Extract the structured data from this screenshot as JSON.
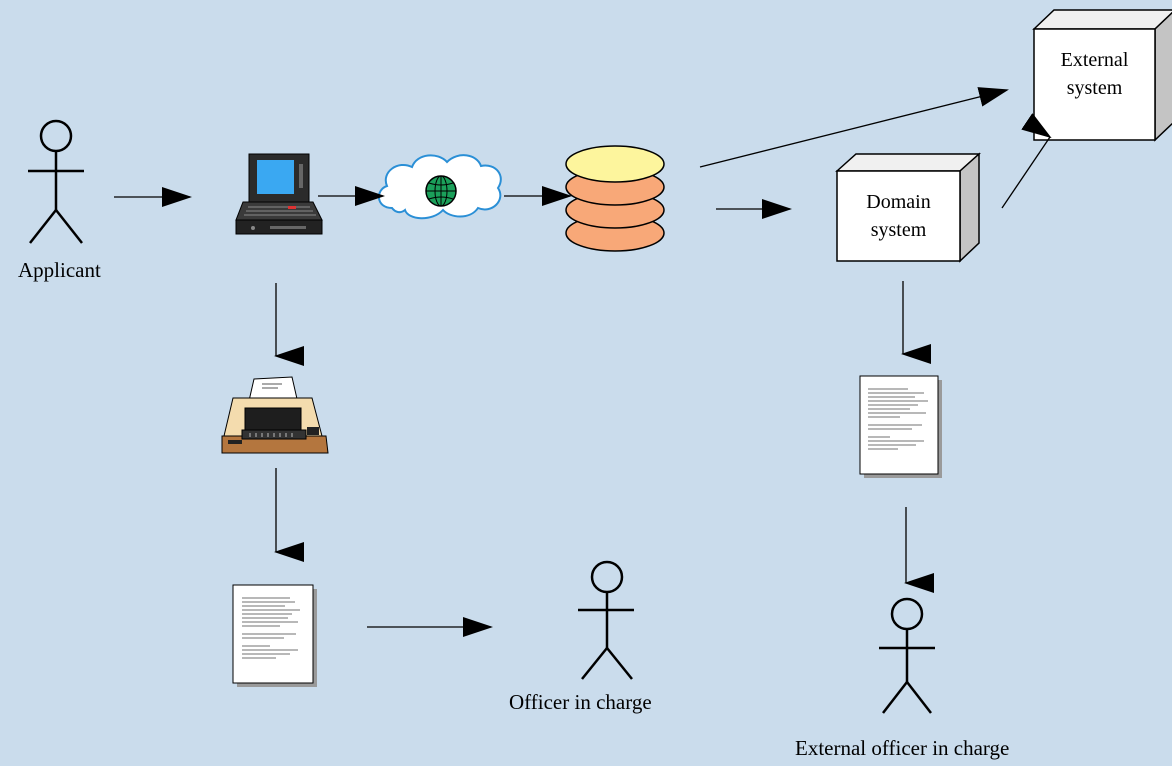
{
  "diagram": {
    "background": "#cadcec",
    "actors": {
      "applicant": "Applicant",
      "officer": "Officer in charge",
      "external_officer": "External officer in charge"
    },
    "boxes": {
      "domain_system": [
        "Domain",
        "system"
      ],
      "external_system": [
        "External",
        "system"
      ]
    },
    "icons": [
      "laptop-icon",
      "cloud-globe-icon",
      "database-icon",
      "printer-icon",
      "document-icon"
    ],
    "colors": {
      "database_top": "#fdf59d",
      "database_body": "#f8a878",
      "screen": "#3aa8f2",
      "globe": "#1ba05a",
      "printer_base": "#b4763e"
    }
  }
}
